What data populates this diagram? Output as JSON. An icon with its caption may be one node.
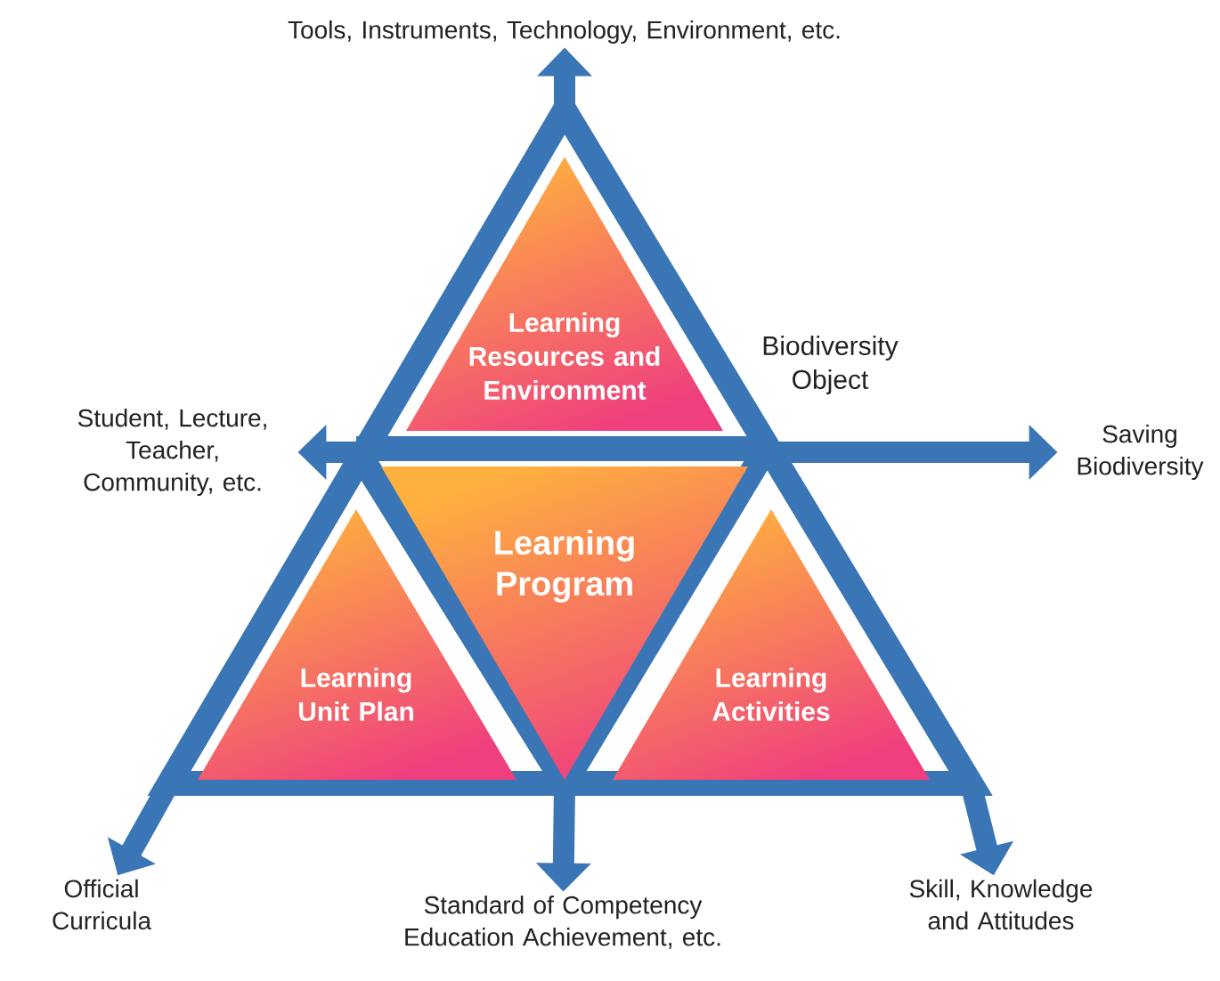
{
  "diagram": {
    "nodes": [
      {
        "text": [
          "Learning Resources and Environment"
        ]
      },
      {
        "text": [
          "Learning Program"
        ]
      },
      {
        "text": [
          "Learning Unit Plan"
        ]
      },
      {
        "text": [
          "Learning Activities"
        ]
      },
      {
        "text": [
          "Tools, Instruments, Technology, Environment, etc."
        ]
      },
      {
        "text": [
          "Student, Lecture, Teacher, Community, etc."
        ]
      },
      {
        "text": [
          "Saving Biodiversity"
        ]
      },
      {
        "text": [
          "Official Curricula"
        ]
      },
      {
        "text": [
          "Standard of Competency Education Achievement, etc."
        ]
      },
      {
        "text": [
          "Skill, Knowledge and Attitudes"
        ]
      }
    ],
    "edges": [
      {
        "from": null,
        "to": 4,
        "arrow": "to"
      },
      {
        "from": null,
        "to": 5,
        "arrow": "to"
      },
      {
        "from": null,
        "to": 6,
        "arrow": "to"
      },
      {
        "from": null,
        "to": 7,
        "arrow": "to"
      },
      {
        "from": null,
        "to": 8,
        "arrow": "to"
      },
      {
        "from": null,
        "to": 9,
        "arrow": "to"
      }
    ],
    "labels": [
      "Biodiversity Object"
    ]
  }
}
